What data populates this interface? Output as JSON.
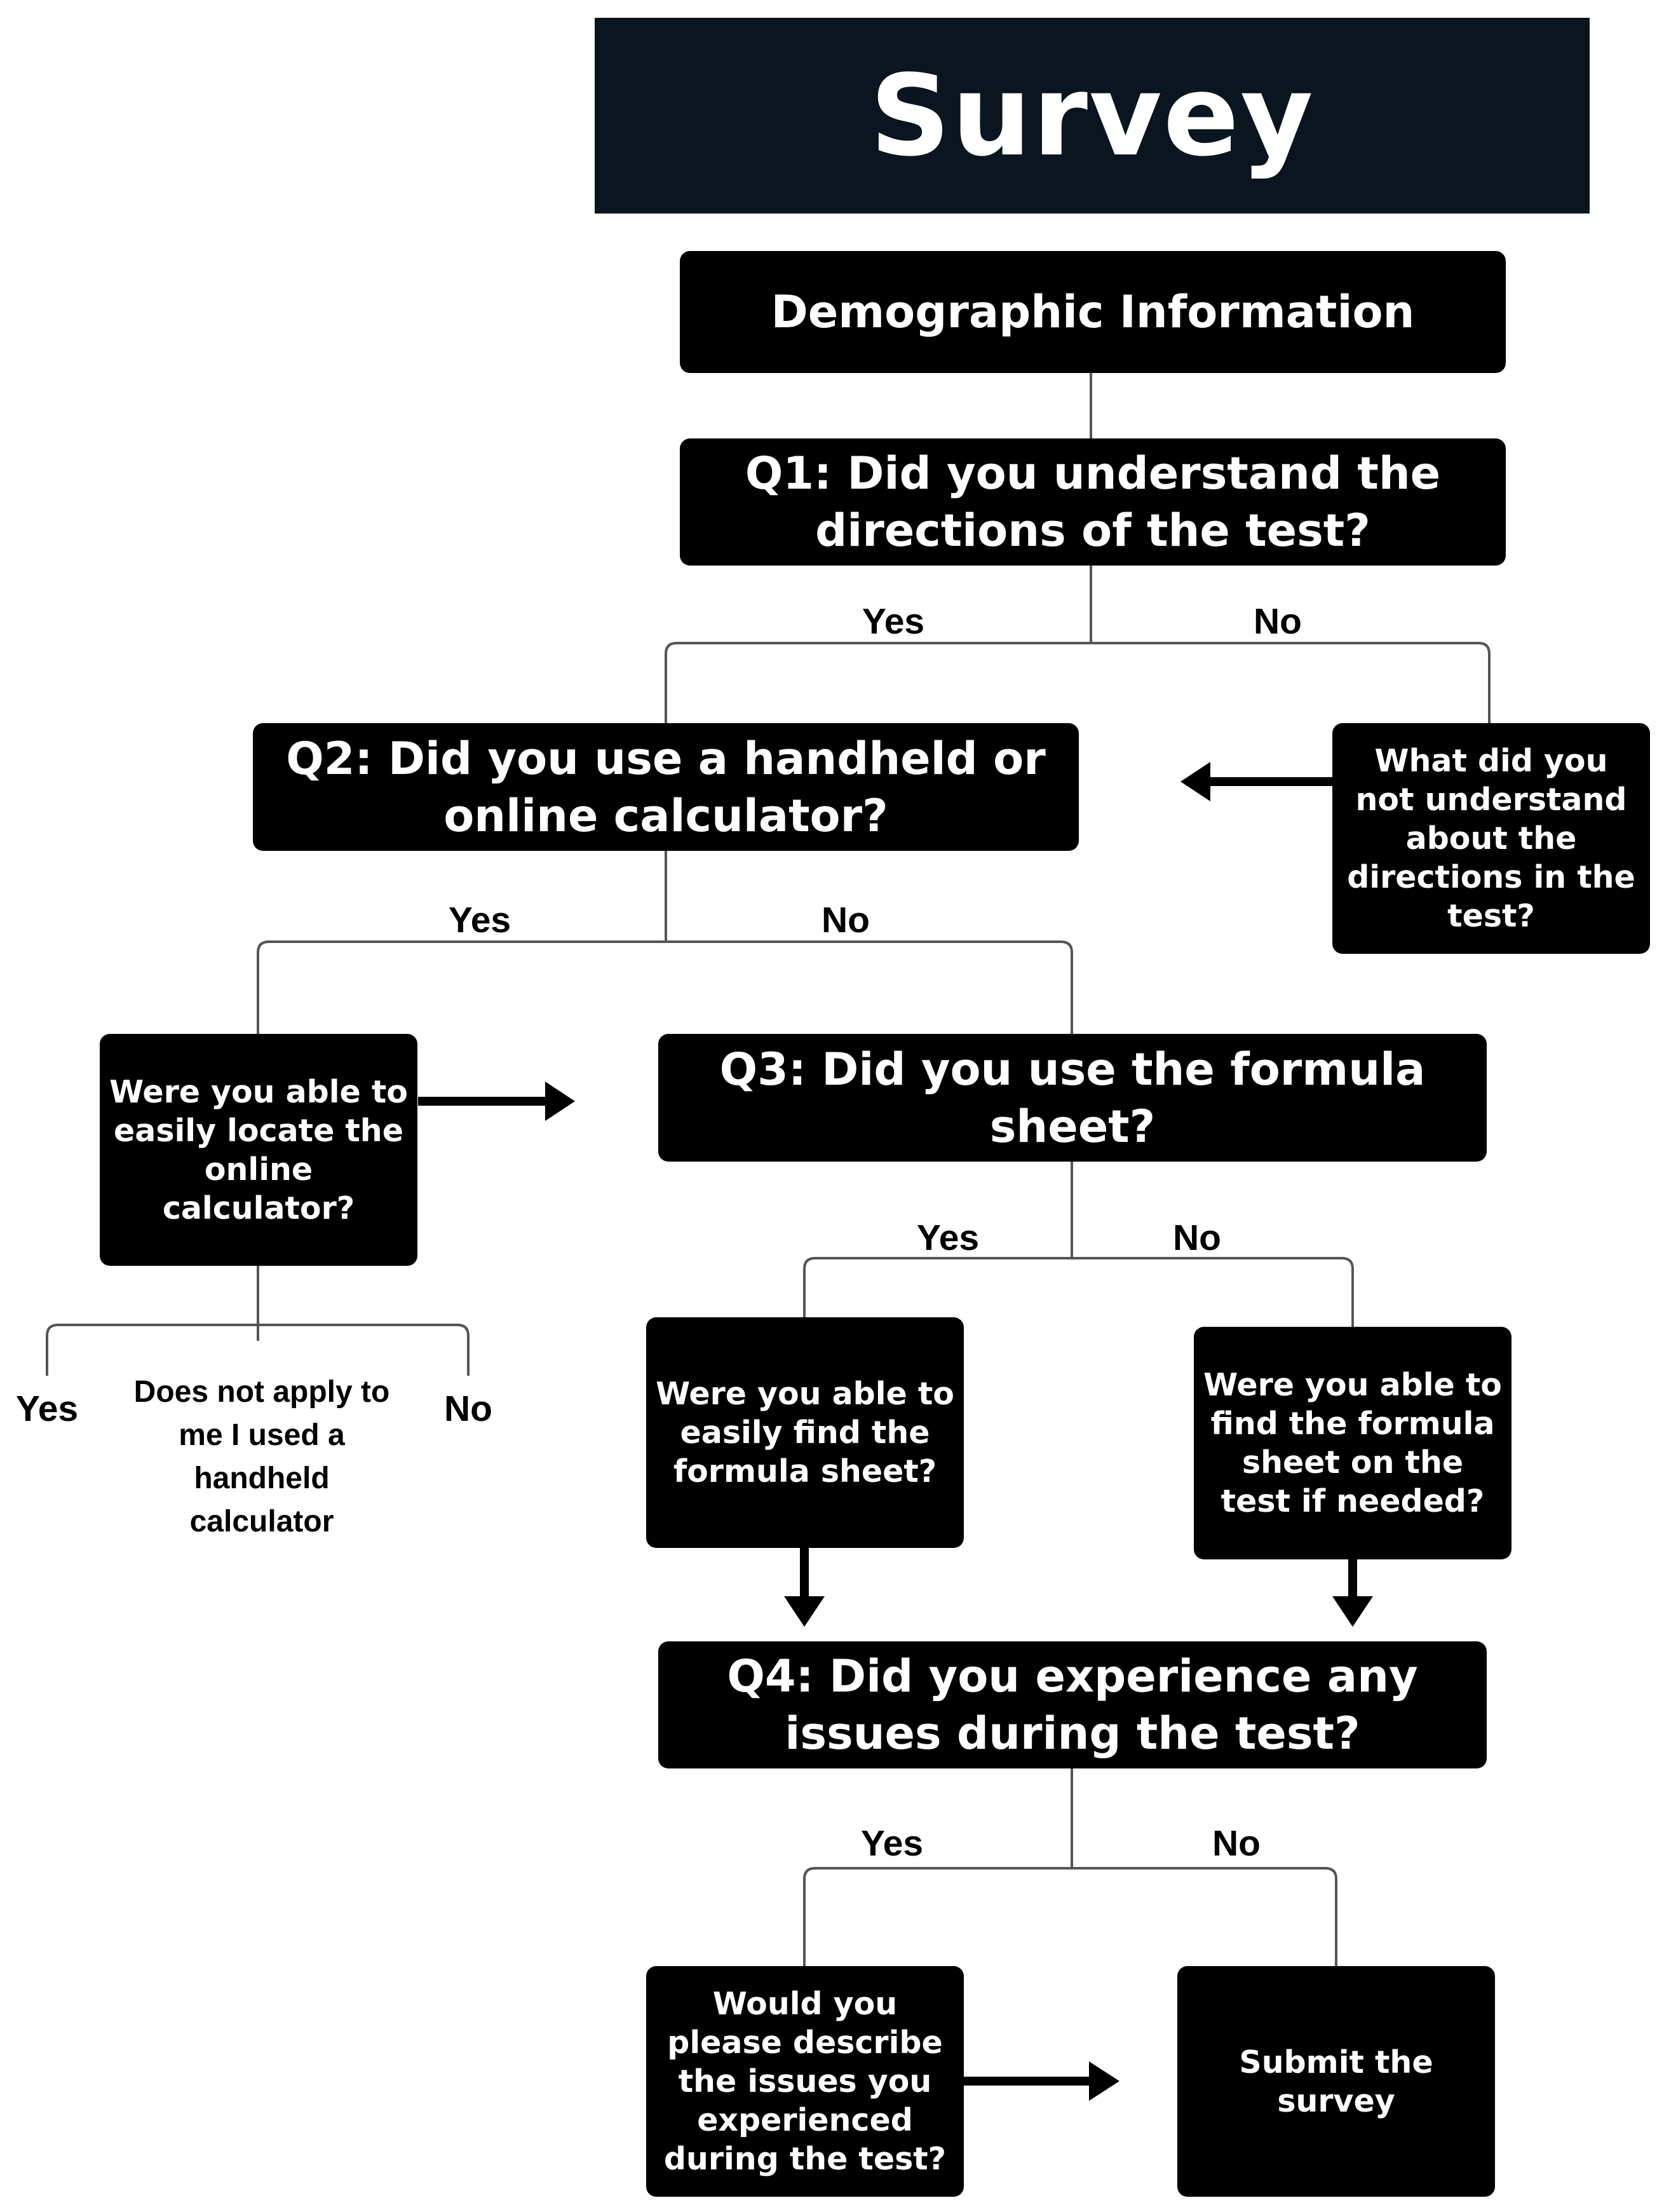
{
  "title": "Survey",
  "nodes": {
    "demographic": "Demographic Information",
    "q1": "Q1: Did you understand the directions of the test?",
    "q1_no_followup": "What did you not understand about the directions in the test?",
    "q2": "Q2: Did you use a handheld or online calculator?",
    "q2_yes_followup": "Were you able to easily locate the online calculator?",
    "q3": "Q3: Did you use the formula sheet?",
    "q3_yes_followup": "Were you able to easily find the formula sheet?",
    "q3_no_followup": "Were you able to find the formula sheet on the test if needed?",
    "q4": "Q4: Did you experience any issues during the test?",
    "q4_yes_followup": "Would you please describe the issues you experienced during the test?",
    "submit": "Submit the survey"
  },
  "labels": {
    "q1_yes": "Yes",
    "q1_no": "No",
    "q2_yes": "Yes",
    "q2_no": "No",
    "calc_yes": "Yes",
    "calc_no": "No",
    "calc_na": "Does not apply to me I used a handheld calculator",
    "q3_yes": "Yes",
    "q3_no": "No",
    "q4_yes": "Yes",
    "q4_no": "No"
  }
}
